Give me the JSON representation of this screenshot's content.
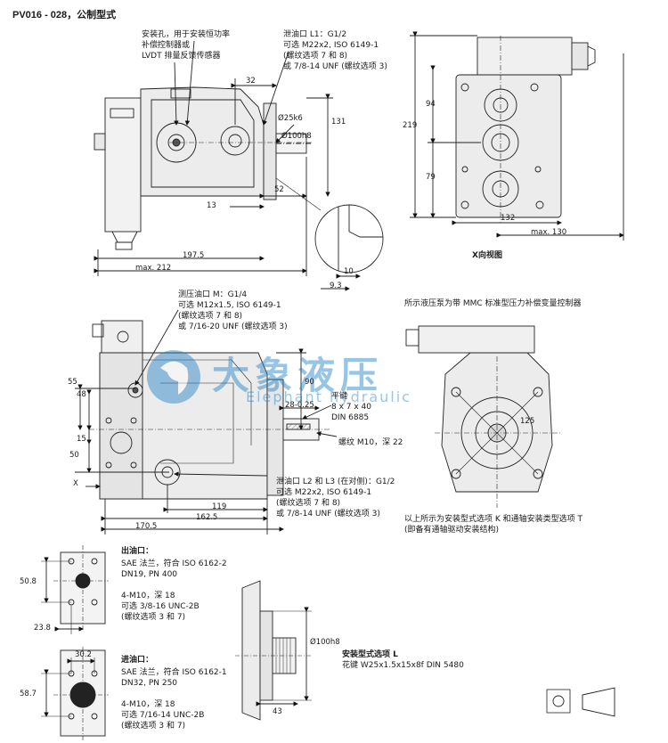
{
  "title": "PV016 - 028，公制型式",
  "watermark": {
    "cn": "大象液压",
    "en": "Elephant hydraulic",
    "color": "#1f7fc4"
  },
  "top_view": {
    "note_mount_lines": [
      "安装孔，用于安装恒功率",
      "补偿控制器或",
      "LVDT 排量反馈传感器"
    ],
    "drain_lines": [
      "泄油口 L1：G1/2",
      "可选 M22x2, ISO 6149-1",
      "(螺纹选项 7 和 8)",
      "或 7/8-14 UNF (螺纹选项 3)"
    ],
    "d32": "32",
    "d25": "Ø25k6",
    "d100": "Ø100h8",
    "d131": "131",
    "d52": "52",
    "d13": "13",
    "d1975": "197.5",
    "dmax212": "max. 212",
    "d10": "10",
    "d93": "9.3"
  },
  "x_view": {
    "d94": "94",
    "d219": "219",
    "d79": "79",
    "d132": "132",
    "dmax130": "max. 130",
    "caption": "X向视图"
  },
  "side_view": {
    "gauge_lines": [
      "测压油口 M：G1/4",
      "可选 M12x1.5, ISO 6149-1",
      "(螺纹选项 7 和 8)",
      "或 7/16-20 UNF (螺纹选项 3)"
    ],
    "key_lines": [
      "平键",
      "8 x 7 x 40",
      "DIN 6885"
    ],
    "thread": "螺纹 M10，深 22",
    "drain2_lines": [
      "泄油口 L2 和 L3 (在对侧)：G1/2",
      "可选 M22x2, ISO 6149-1",
      "(螺纹选项 7 和 8)",
      "或 7/8-14 UNF (螺纹选项 3)"
    ],
    "d55": "55",
    "d48": "48",
    "d15": "15",
    "d50": "50",
    "d90": "90",
    "d28": "28-0.25",
    "d119": "119",
    "d1625": "162.5",
    "d1705": "170.5",
    "x_label": "X"
  },
  "right_view": {
    "caption": "所示液压泵为带 MMC 标准型压力补偿变量控制器",
    "d125": "125",
    "note_lines": [
      "以上所示为安装型式选项 K 和通轴安装类型选项 T",
      "(即备有通轴驱动安装结构)"
    ]
  },
  "outlet": {
    "header": "出油口：",
    "lines": [
      "SAE 法兰，符合 ISO 6162-2",
      "DN19, PN 400",
      "",
      "4-M10，深 18",
      "可选 3/8-16 UNC-2B",
      "(螺纹选项 3 和 7)"
    ],
    "d508": "50.8",
    "d238": "23.8"
  },
  "inlet": {
    "header": "进油口：",
    "lines": [
      "SAE 法兰，符合 ISO 6162-1",
      "DN32, PN 250",
      "",
      "4-M10，深 18",
      "可选 7/16-14 UNC-2B",
      "(螺纹选项 3 和 7)"
    ],
    "d302": "30.2",
    "d587": "58.7"
  },
  "mount_l": {
    "header": "安装型式选项 L",
    "spline": "花键 W25x1.5x15x8f DIN 5480",
    "d100": "Ø100h8",
    "d43": "43"
  }
}
